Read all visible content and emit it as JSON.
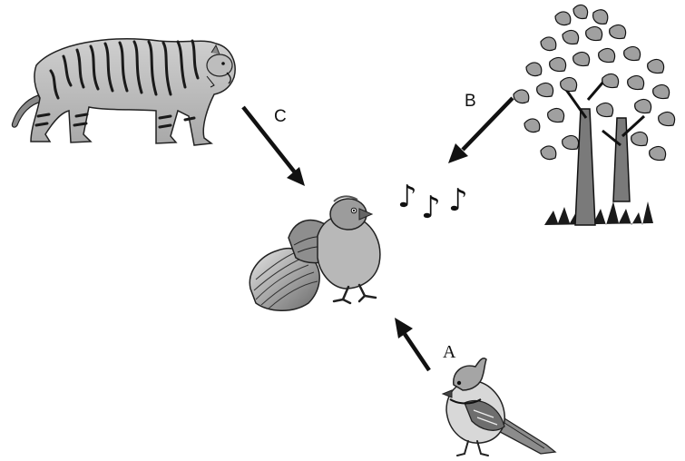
{
  "labels": {
    "arrow_a": "A",
    "arrow_b": "B",
    "arrow_c": "C"
  },
  "music_notes": [
    "♪",
    "♪",
    "♪"
  ],
  "figures": {
    "tiger": "tiger-illustration",
    "trees": "trees-illustration",
    "central_bird": "displaying-bird-illustration",
    "small_bird": "small-bird-illustration"
  },
  "colors": {
    "ink": "#111111",
    "grey_fill": "#9a9a9a",
    "light_fill": "#c8c8c8",
    "background": "#ffffff"
  }
}
